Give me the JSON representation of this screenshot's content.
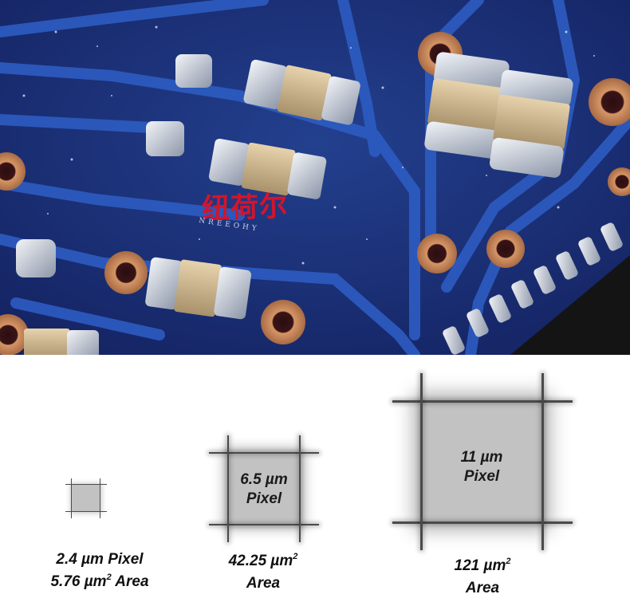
{
  "photo": {
    "watermark_cn": "纽荷尔",
    "watermark_en": "NREEOHY",
    "colors": {
      "board": "#1b2f7a",
      "trace": "#2a56b8",
      "pad": "#c88a5a",
      "component": "#cdb590"
    }
  },
  "pixels": [
    {
      "size": "2.4µm",
      "box_label": "",
      "caption_line1": "2.4 µm Pixel",
      "caption_line2_value": "5.76 µm",
      "caption_line2_unit": " Area",
      "area_exponent": "2"
    },
    {
      "size": "6.5µm",
      "box_label_line1": "6.5 µm",
      "box_label_line2": "Pixel",
      "caption_line1_value": "42.25 µm",
      "caption_line2": "Area",
      "area_exponent": "2"
    },
    {
      "size": "11µm",
      "box_label_line1": "11 µm",
      "box_label_line2": "Pixel",
      "caption_line1_value": "121 µm",
      "caption_line2": "Area",
      "area_exponent": "2"
    }
  ]
}
